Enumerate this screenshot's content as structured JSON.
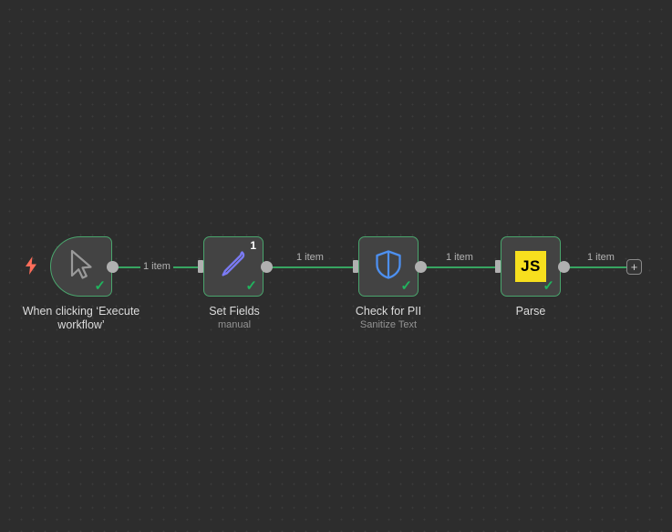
{
  "canvas": {
    "background_color": "#2d2d2d",
    "dot_color": "#3c3c3c",
    "accent_green": "#37a561",
    "node_body_color": "#434343",
    "node_border_color": "#4aa56d"
  },
  "trigger_indicator": {
    "icon": "lightning-bolt-icon",
    "glyph": "⚡",
    "color": "#ff6d5a"
  },
  "nodes": [
    {
      "id": "trigger",
      "title": "When clicking ‘Execute workflow’",
      "subtitle": "",
      "icon": "mouse-pointer-icon",
      "status": "success",
      "status_glyph": "✓",
      "badge": ""
    },
    {
      "id": "set-fields",
      "title": "Set Fields",
      "subtitle": "manual",
      "icon": "pencil-icon",
      "icon_color": "#7b7bf5",
      "status": "success",
      "status_glyph": "✓",
      "badge": "1"
    },
    {
      "id": "check-for-pii",
      "title": "Check for PII",
      "subtitle": "Sanitize Text",
      "icon": "shield-icon",
      "icon_color": "#4d90f0",
      "status": "success",
      "status_glyph": "✓",
      "badge": ""
    },
    {
      "id": "parse",
      "title": "Parse",
      "subtitle": "",
      "icon": "javascript-icon",
      "icon_label": "JS",
      "icon_color": "#f7df1e",
      "status": "success",
      "status_glyph": "✓",
      "badge": ""
    }
  ],
  "connections": [
    {
      "from": "trigger",
      "to": "set-fields",
      "label": "1 item"
    },
    {
      "from": "set-fields",
      "to": "check-for-pii",
      "label": "1 item"
    },
    {
      "from": "check-for-pii",
      "to": "parse",
      "label": "1 item"
    },
    {
      "from": "parse",
      "to": "add",
      "label": "1 item"
    }
  ],
  "add_node_button": {
    "label": "+",
    "title": "Add node"
  }
}
